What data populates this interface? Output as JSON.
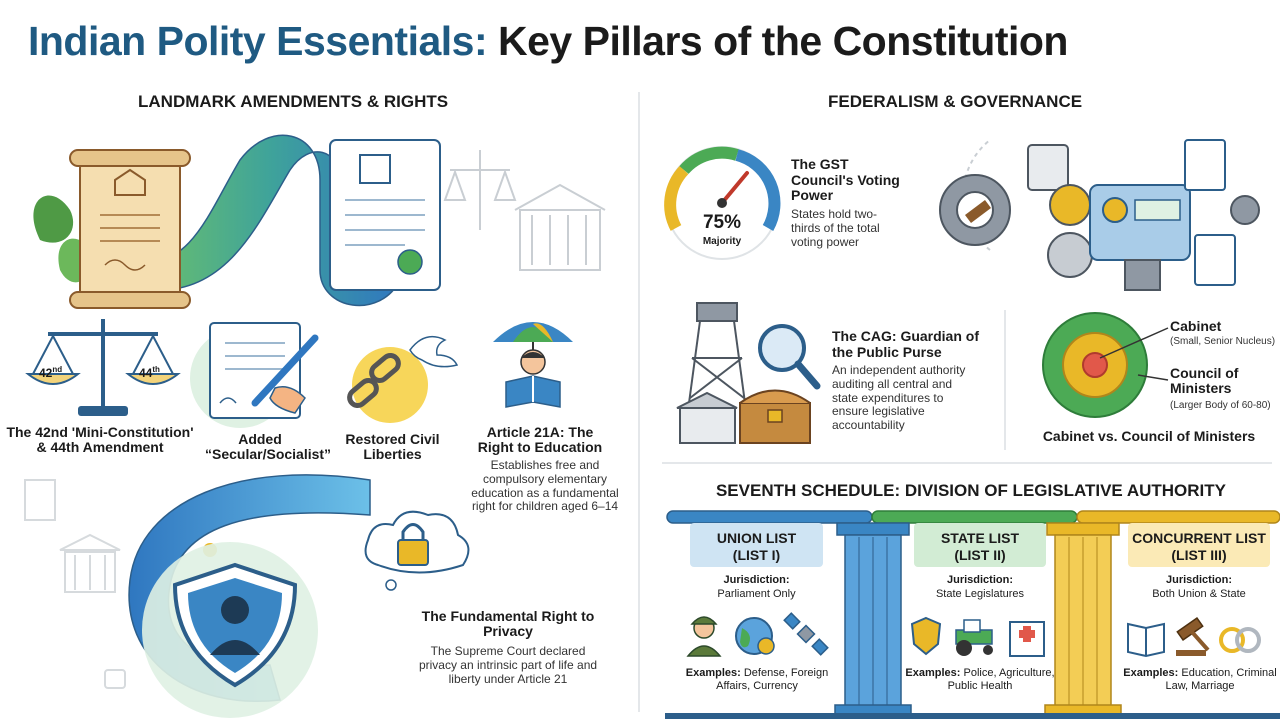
{
  "title": {
    "part1": "Indian Polity Essentials:",
    "part2": " Key Pillars of the Constitution"
  },
  "left": {
    "heading": "LANDMARK AMENDMENTS & RIGHTS",
    "scale": {
      "left_pan": "42",
      "left_sup": "nd",
      "right_pan": "44",
      "right_sup": "th"
    },
    "amendment_label": "The 42nd 'Mini-Constitution' & 44th Amendment",
    "secular_label": "Added “Secular/Socialist”",
    "civil_label": "Restored Civil Liberties",
    "education": {
      "title": "Article 21A: The Right to Education",
      "text": "Establishes free and compulsory elementary education as a fundamental right for children aged 6–14"
    },
    "privacy": {
      "title": "The Fundamental Right to Privacy",
      "text": "The Supreme Court declared privacy an intrinsic part of life and liberty under Article 21"
    }
  },
  "right": {
    "heading": "FEDERALISM & GOVERNANCE",
    "gst": {
      "gauge_value": "75%",
      "gauge_label": "Majority",
      "title": "The GST Council's Voting Power",
      "text": "States hold two-thirds of the total voting power",
      "level": 0.75
    },
    "cag": {
      "title": "The CAG: Guardian of the Public Purse",
      "text": "An independent authority auditing all central and state expenditures to ensure legislative accountability"
    },
    "cabinet": {
      "inner_title": "Cabinet",
      "inner_sub": "(Small, Senior Nucleus)",
      "outer_title": "Council of Ministers",
      "outer_sub": "(Larger Body of 60-80)",
      "caption": "Cabinet vs. Council of Ministers"
    },
    "schedule": {
      "heading": "SEVENTH SCHEDULE: DIVISION OF LEGISLATIVE AUTHORITY",
      "jurisdiction_label": "Jurisdiction:",
      "examples_label": "Examples:",
      "lists": [
        {
          "name": "UNION LIST",
          "roman": "(LIST I)",
          "jurisdiction": "Parliament Only",
          "examples": "Defense, Foreign Affairs, Currency",
          "color": "#3a86c4",
          "tag": "#cfe4f3"
        },
        {
          "name": "STATE LIST",
          "roman": "(LIST II)",
          "jurisdiction": "State Legislatures",
          "examples": "Police, Agriculture, Public Health",
          "color": "#4caa55",
          "tag": "#d2ecd4"
        },
        {
          "name": "CONCURRENT LIST",
          "roman": "(LIST III)",
          "jurisdiction": "Both Union & State",
          "examples": "Education, Criminal Law, Marriage",
          "color": "#e9b828",
          "tag": "#fbeab6"
        }
      ]
    }
  },
  "colors": {
    "brand_blue": "#1f5a82",
    "green": "#4caa55",
    "yellow": "#e9b828",
    "blue": "#3a86c4"
  },
  "icons": [
    "scroll-icon",
    "document-icon",
    "scales-icon",
    "pen-icon",
    "broken-chain-icon",
    "dove-icon",
    "child-reading-icon",
    "umbrella-icon",
    "padlock-icon",
    "shield-icon",
    "gauge-icon",
    "gear-icon",
    "gavel-icon",
    "watchtower-icon",
    "magnifier-icon",
    "treasure-chest-icon",
    "soldier-icon",
    "globe-icon",
    "satellite-icon",
    "police-badge-icon",
    "tractor-icon",
    "hospital-icon",
    "book-icon",
    "rings-icon"
  ]
}
